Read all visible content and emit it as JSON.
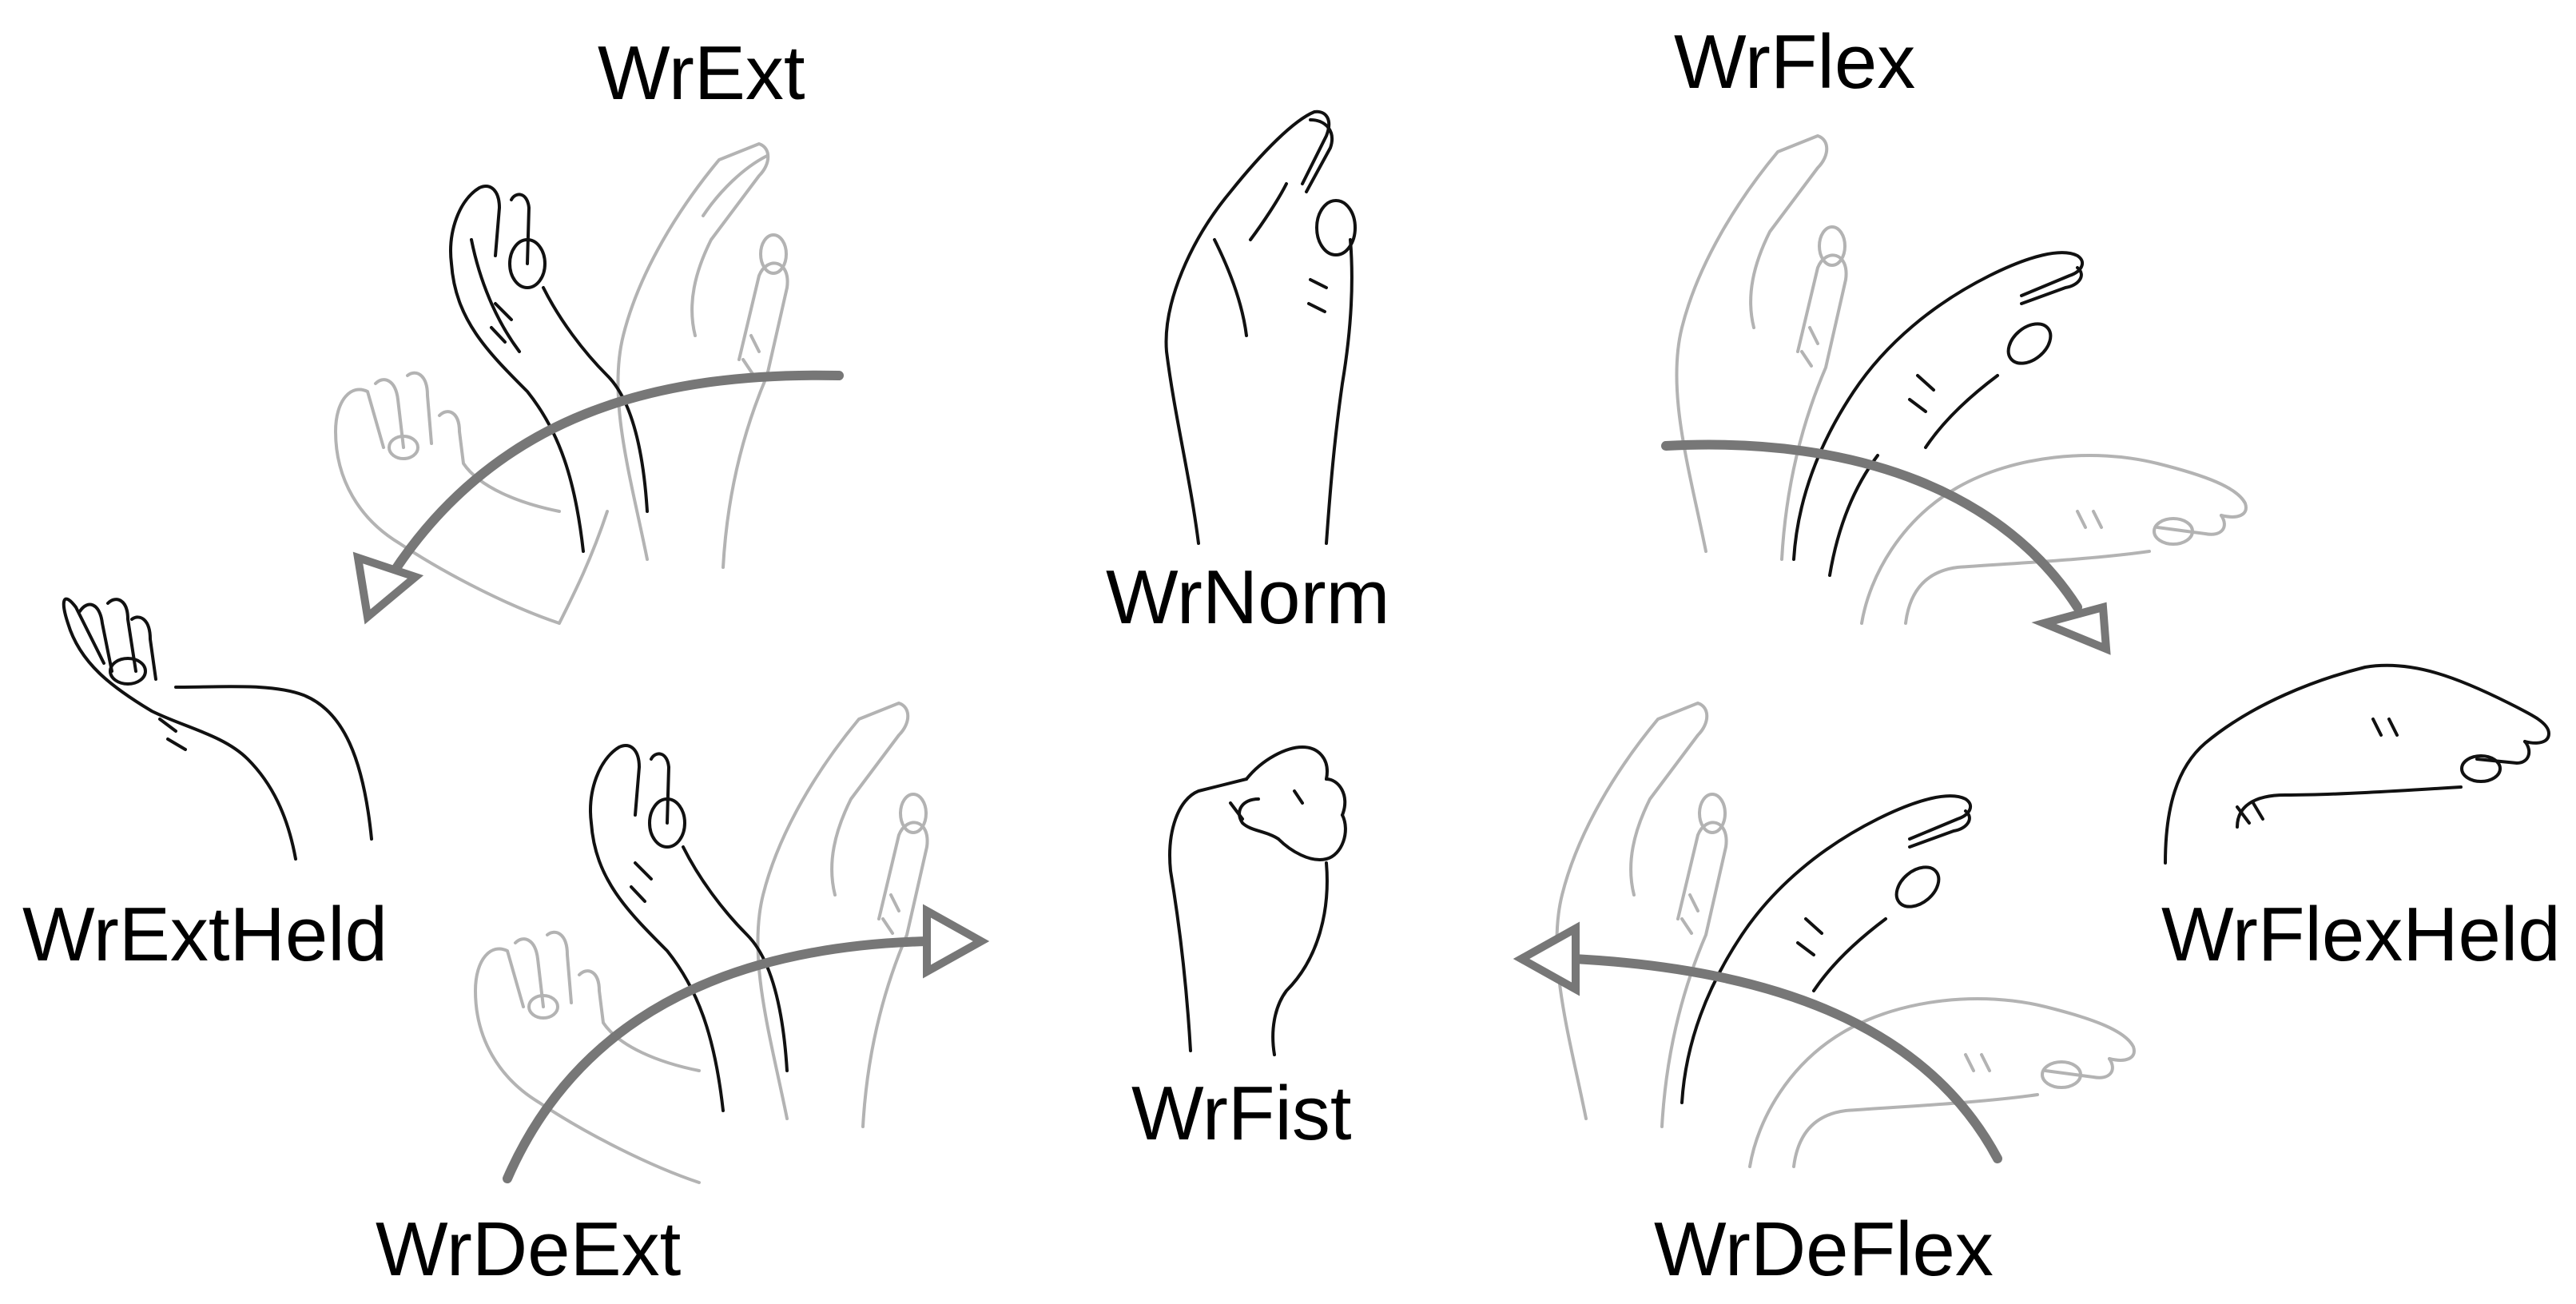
{
  "gestures": {
    "wr_ext": "WrExt",
    "wr_flex": "WrFlex",
    "wr_norm": "WrNorm",
    "wr_ext_held": "WrExtHeld",
    "wr_flex_held": "WrFlexHeld",
    "wr_fist": "WrFist",
    "wr_de_ext": "WrDeExt",
    "wr_de_flex": "WrDeFlex"
  },
  "colors": {
    "label_text": "#000000",
    "hand_outline": "#111111",
    "faded_hand_outline": "#b3b3b3",
    "motion_arrow": "#777777",
    "background": "#ffffff"
  },
  "icons": {
    "hand": "hand-outline-drawing",
    "fist": "fist-outline-drawing",
    "arrow": "curved-motion-arrow"
  }
}
